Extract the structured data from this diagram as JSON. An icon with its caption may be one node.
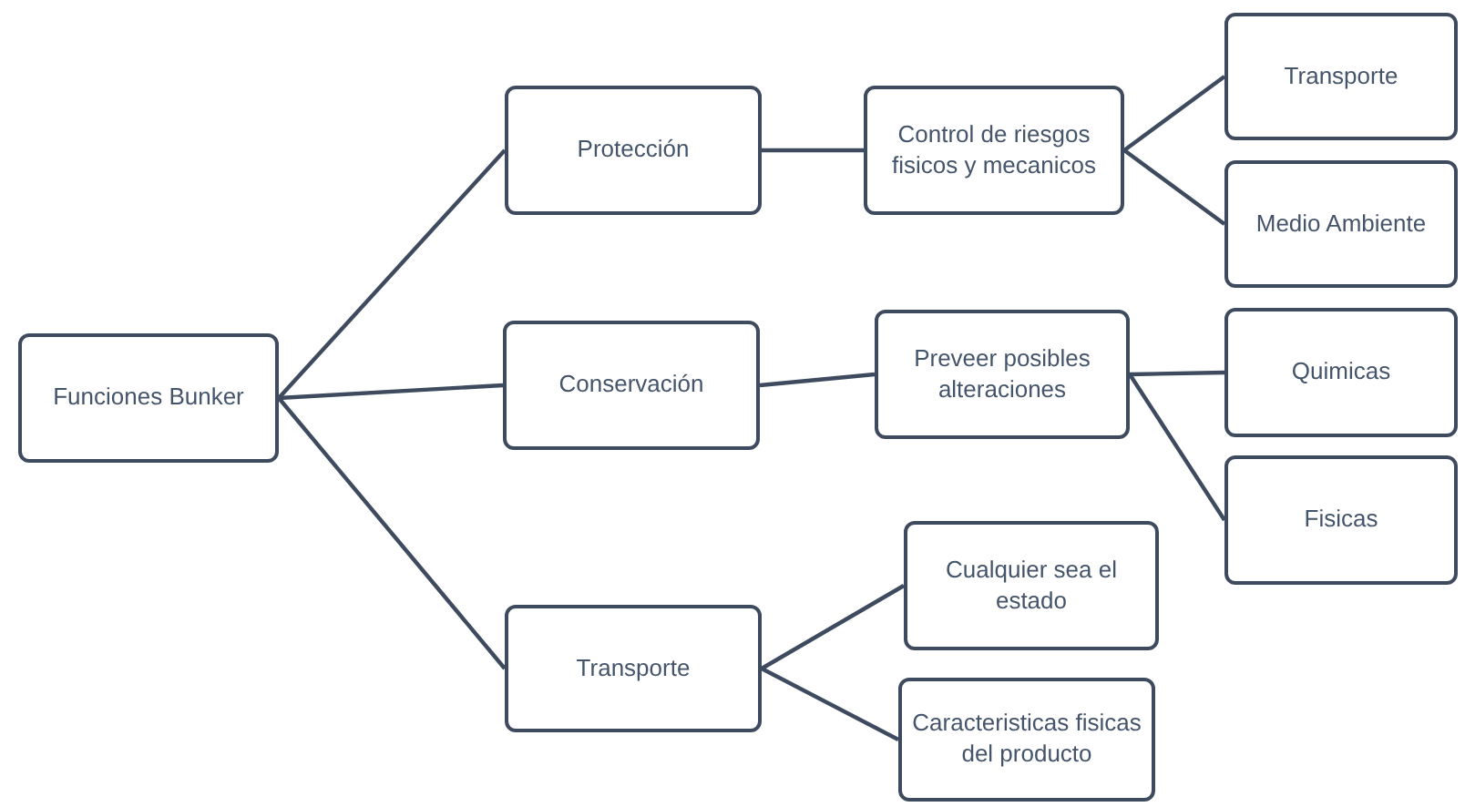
{
  "diagram": {
    "nodes": [
      {
        "text": [
          "Funciones Bunker"
        ]
      },
      {
        "text": [
          "Protección"
        ]
      },
      {
        "text": [
          "Conservación"
        ]
      },
      {
        "text": [
          "Transporte"
        ]
      },
      {
        "text": [
          "Control de riesgos fisicos y mecanicos"
        ]
      },
      {
        "text": [
          "Preveer posibles alteraciones"
        ]
      },
      {
        "text": [
          "Cualquier sea el estado"
        ]
      },
      {
        "text": [
          "Caracteristicas fisicas del producto"
        ]
      },
      {
        "text": [
          "Transporte"
        ]
      },
      {
        "text": [
          "Medio Ambiente"
        ]
      },
      {
        "text": [
          "Quimicas"
        ]
      },
      {
        "text": [
          "Fisicas"
        ]
      }
    ],
    "edges": [
      {
        "from": 0,
        "to": 1,
        "arrow": "none"
      },
      {
        "from": 0,
        "to": 2,
        "arrow": "none"
      },
      {
        "from": 0,
        "to": 3,
        "arrow": "none"
      },
      {
        "from": 1,
        "to": 4,
        "arrow": "none"
      },
      {
        "from": 2,
        "to": 5,
        "arrow": "none"
      },
      {
        "from": 3,
        "to": 6,
        "arrow": "none"
      },
      {
        "from": 3,
        "to": 7,
        "arrow": "none"
      },
      {
        "from": 4,
        "to": 8,
        "arrow": "none"
      },
      {
        "from": 4,
        "to": 9,
        "arrow": "none"
      },
      {
        "from": 5,
        "to": 10,
        "arrow": "none"
      },
      {
        "from": 5,
        "to": 11,
        "arrow": "none"
      }
    ]
  }
}
